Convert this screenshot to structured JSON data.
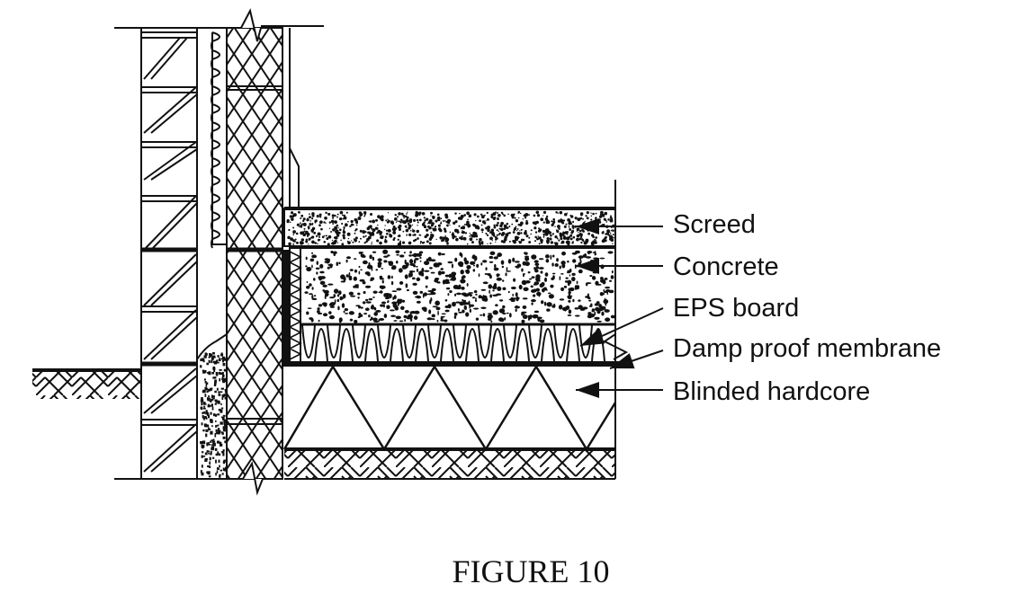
{
  "figure": {
    "caption": "FIGURE 10",
    "subject": "Ground floor slab and cavity wall junction section"
  },
  "labels": [
    {
      "id": "screed",
      "text": "Screed"
    },
    {
      "id": "concrete",
      "text": "Concrete"
    },
    {
      "id": "eps",
      "text": "EPS board"
    },
    {
      "id": "dpm",
      "text": "Damp proof membrane"
    },
    {
      "id": "hardcore",
      "text": "Blinded hardcore"
    }
  ],
  "colors": {
    "ink": "#111111",
    "paper": "#ffffff"
  }
}
